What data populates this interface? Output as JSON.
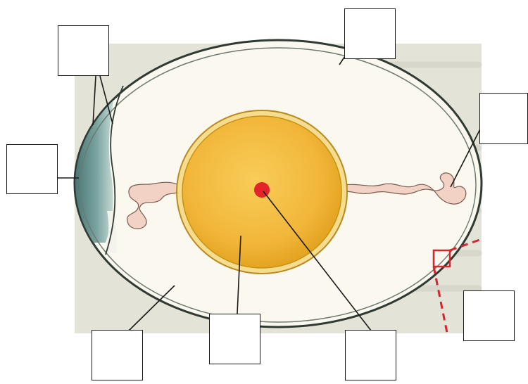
{
  "diagram": {
    "subject": "egg-cross-section",
    "colors": {
      "photo_background": "#e6e6dc",
      "albumen": "#fbf8ef",
      "yolk": "#f2b63a",
      "yolk_edge": "#c89312",
      "germinal_disc": "#e2252b",
      "air_cell": "#5f8d8a",
      "chalaza": "#f1d2c4",
      "shell_line": "#2f3a33",
      "callout_red": "#d8252b",
      "leader_line": "#1a1a1a"
    },
    "parts": [
      {
        "id": "air-cell",
        "label": ""
      },
      {
        "id": "shell-membranes",
        "label": ""
      },
      {
        "id": "shell",
        "label": ""
      },
      {
        "id": "chalaza",
        "label": ""
      },
      {
        "id": "albumen",
        "label": ""
      },
      {
        "id": "yolk",
        "label": ""
      },
      {
        "id": "germinal-disc",
        "label": ""
      },
      {
        "id": "shell-detail",
        "label": ""
      }
    ]
  }
}
